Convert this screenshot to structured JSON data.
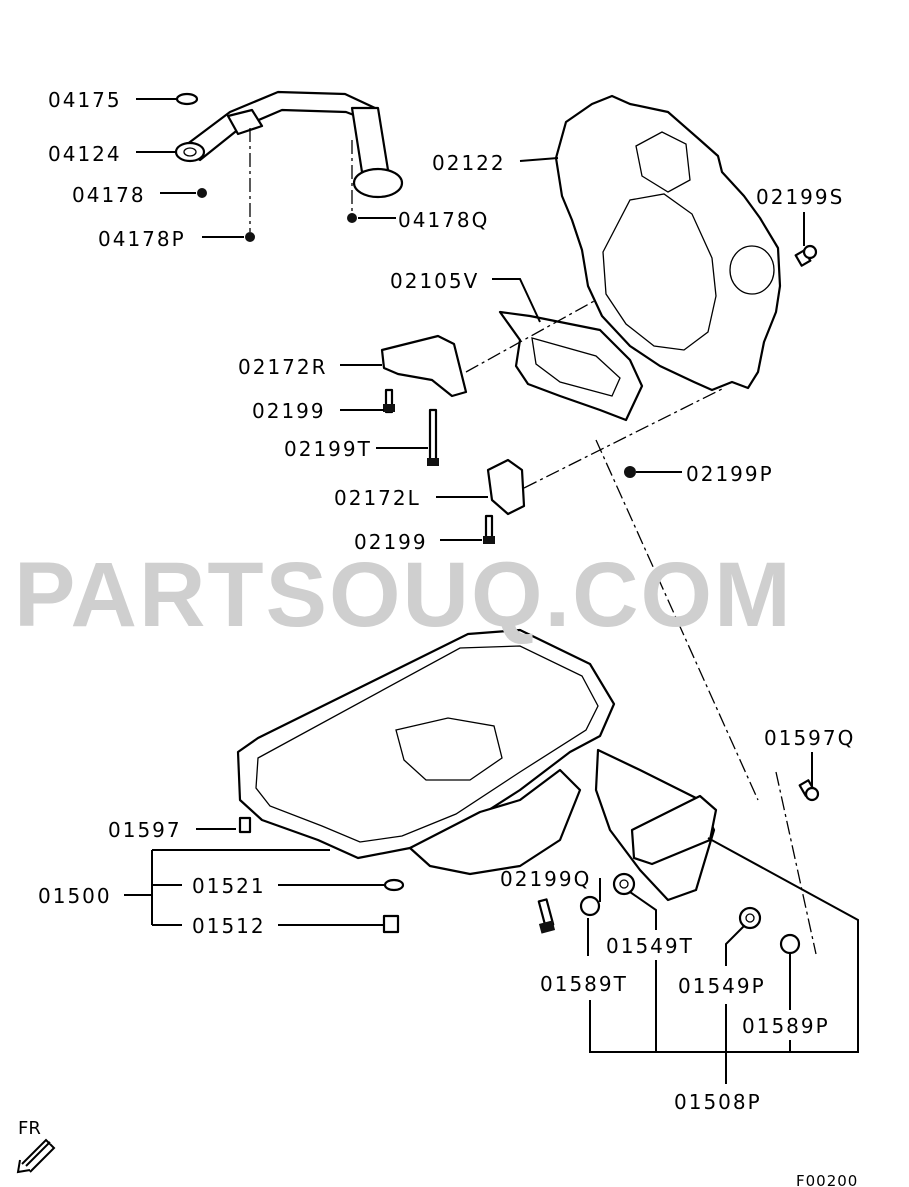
{
  "watermark": "PARTSOUQ.COM",
  "figure_code": "F00200",
  "direction_label": "FR",
  "parts": {
    "p04175": "04175",
    "p04124": "04124",
    "p04178": "04178",
    "p04178P": "04178P",
    "p04178Q": "04178Q",
    "p02122": "02122",
    "p02199S": "02199S",
    "p02105V": "02105V",
    "p02172R": "02172R",
    "p02199a": "02199",
    "p02199T": "02199T",
    "p02199P": "02199P",
    "p02172L": "02172L",
    "p02199b": "02199",
    "p01597Q": "01597Q",
    "p01597": "01597",
    "p01500": "01500",
    "p01521": "01521",
    "p01512": "01512",
    "p02199Q": "02199Q",
    "p01549T": "01549T",
    "p01589T": "01589T",
    "p01549P": "01549P",
    "p01589P": "01589P",
    "p01508P": "01508P"
  }
}
